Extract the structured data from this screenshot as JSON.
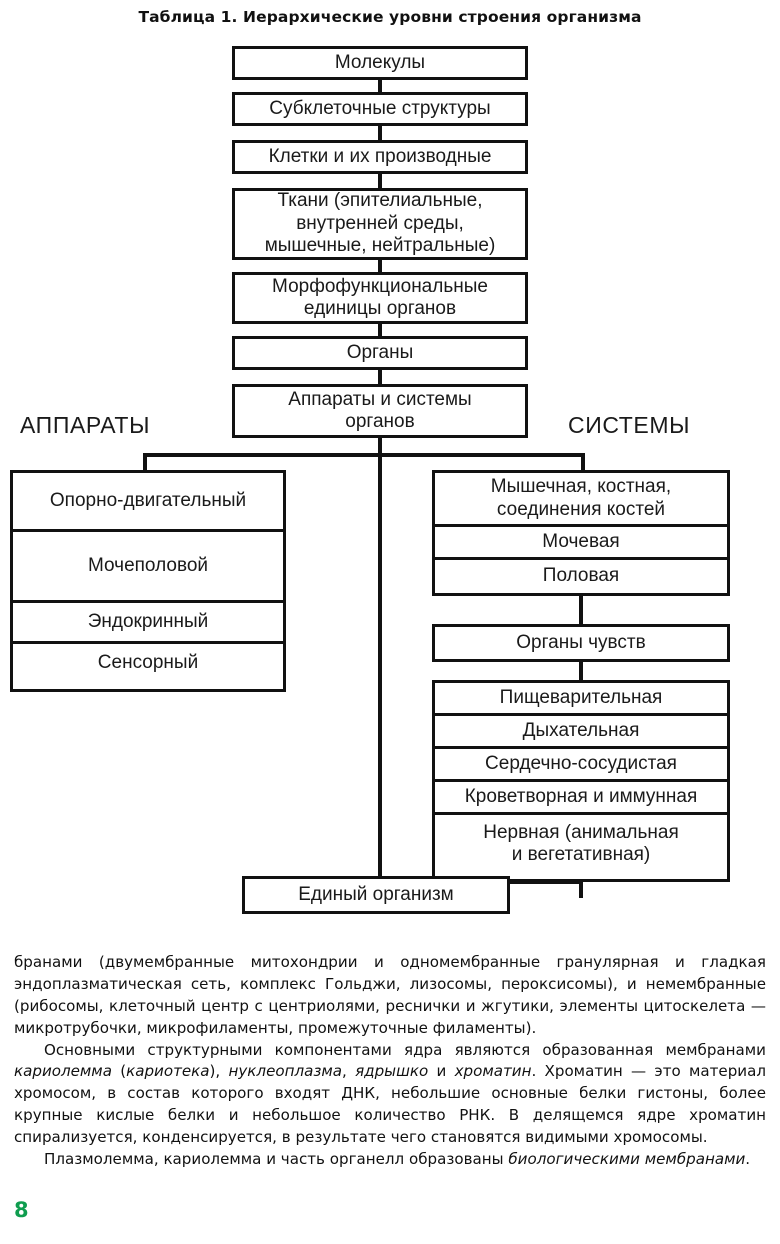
{
  "page": {
    "number": "8",
    "number_color": "#0f9d4f"
  },
  "table": {
    "title": "Таблица 1. Иерархические уровни строения организма"
  },
  "diagram": {
    "type": "hierarchy-flowchart",
    "main_chain": [
      {
        "label": "Молекулы"
      },
      {
        "label": "Субклеточные структуры"
      },
      {
        "label": "Клетки и их производные"
      },
      {
        "label": "Ткани (эпителиальные,\nвнутренней среды,\nмышечные, нейтральные)"
      },
      {
        "label": "Морфофункциональные\nединицы органов"
      },
      {
        "label": "Органы"
      },
      {
        "label": "Аппараты и системы\nорганов"
      }
    ],
    "branch_labels": {
      "left": "АППАРАТЫ",
      "right": "СИСТЕМЫ"
    },
    "apparatus_group": [
      {
        "label": "Опорно-двигательный"
      },
      {
        "label": "Мочеполовой"
      },
      {
        "label": "Эндокринный"
      },
      {
        "label": "Сенсорный"
      }
    ],
    "systems_group_top": [
      {
        "label": "Мышечная, костная,\nсоединения костей"
      },
      {
        "label": "Мочевая"
      },
      {
        "label": "Половая"
      }
    ],
    "systems_group_middle": [
      {
        "label": "Органы чувств"
      }
    ],
    "systems_group_bottom": [
      {
        "label": "Пищеварительная"
      },
      {
        "label": "Дыхательная"
      },
      {
        "label": "Сердечно-сосудистая"
      },
      {
        "label": "Кроветворная и иммунная"
      },
      {
        "label": "Нервная (анимальная\nи вегетативная)"
      }
    ],
    "final_node": {
      "label": "Единый организм"
    }
  },
  "body": {
    "paragraph_1": "бранами (двумембранные митохондрии и одномембранные гранулярная и гладкая эндоплазматическая сеть, комплекс Гольджи, лизосомы, пероксисомы), и немембранные (рибосомы, клеточный центр с центриолями, реснички и жгутики, элементы цитоскелета — микротрубочки, микрофиламенты, промежуточные филаменты).",
    "paragraph_2_part1": "Основными структурными компонентами ядра являются образованная мембранами ",
    "paragraph_2_em1": "кариолемма",
    "paragraph_2_part2": " (",
    "paragraph_2_em2": "кариотека",
    "paragraph_2_part3": "), ",
    "paragraph_2_em3": "нуклеоплазма",
    "paragraph_2_part4": ", ",
    "paragraph_2_em4": "ядрышко",
    "paragraph_2_part5": " и ",
    "paragraph_2_em5": "хроматин",
    "paragraph_2_part6": ". Хроматин — это материал хромосом, в состав которого входят ДНК, небольшие основные белки гистоны, более крупные кислые белки и небольшое количество РНК. В делящемся ядре хроматин спирализуется, конденсируется, в результате чего становятся видимыми хромосомы.",
    "paragraph_3_part1": "Плазмолемма, кариолемма и часть органелл образованы ",
    "paragraph_3_em1": "биологическими мембранами",
    "paragraph_3_part2": "."
  }
}
